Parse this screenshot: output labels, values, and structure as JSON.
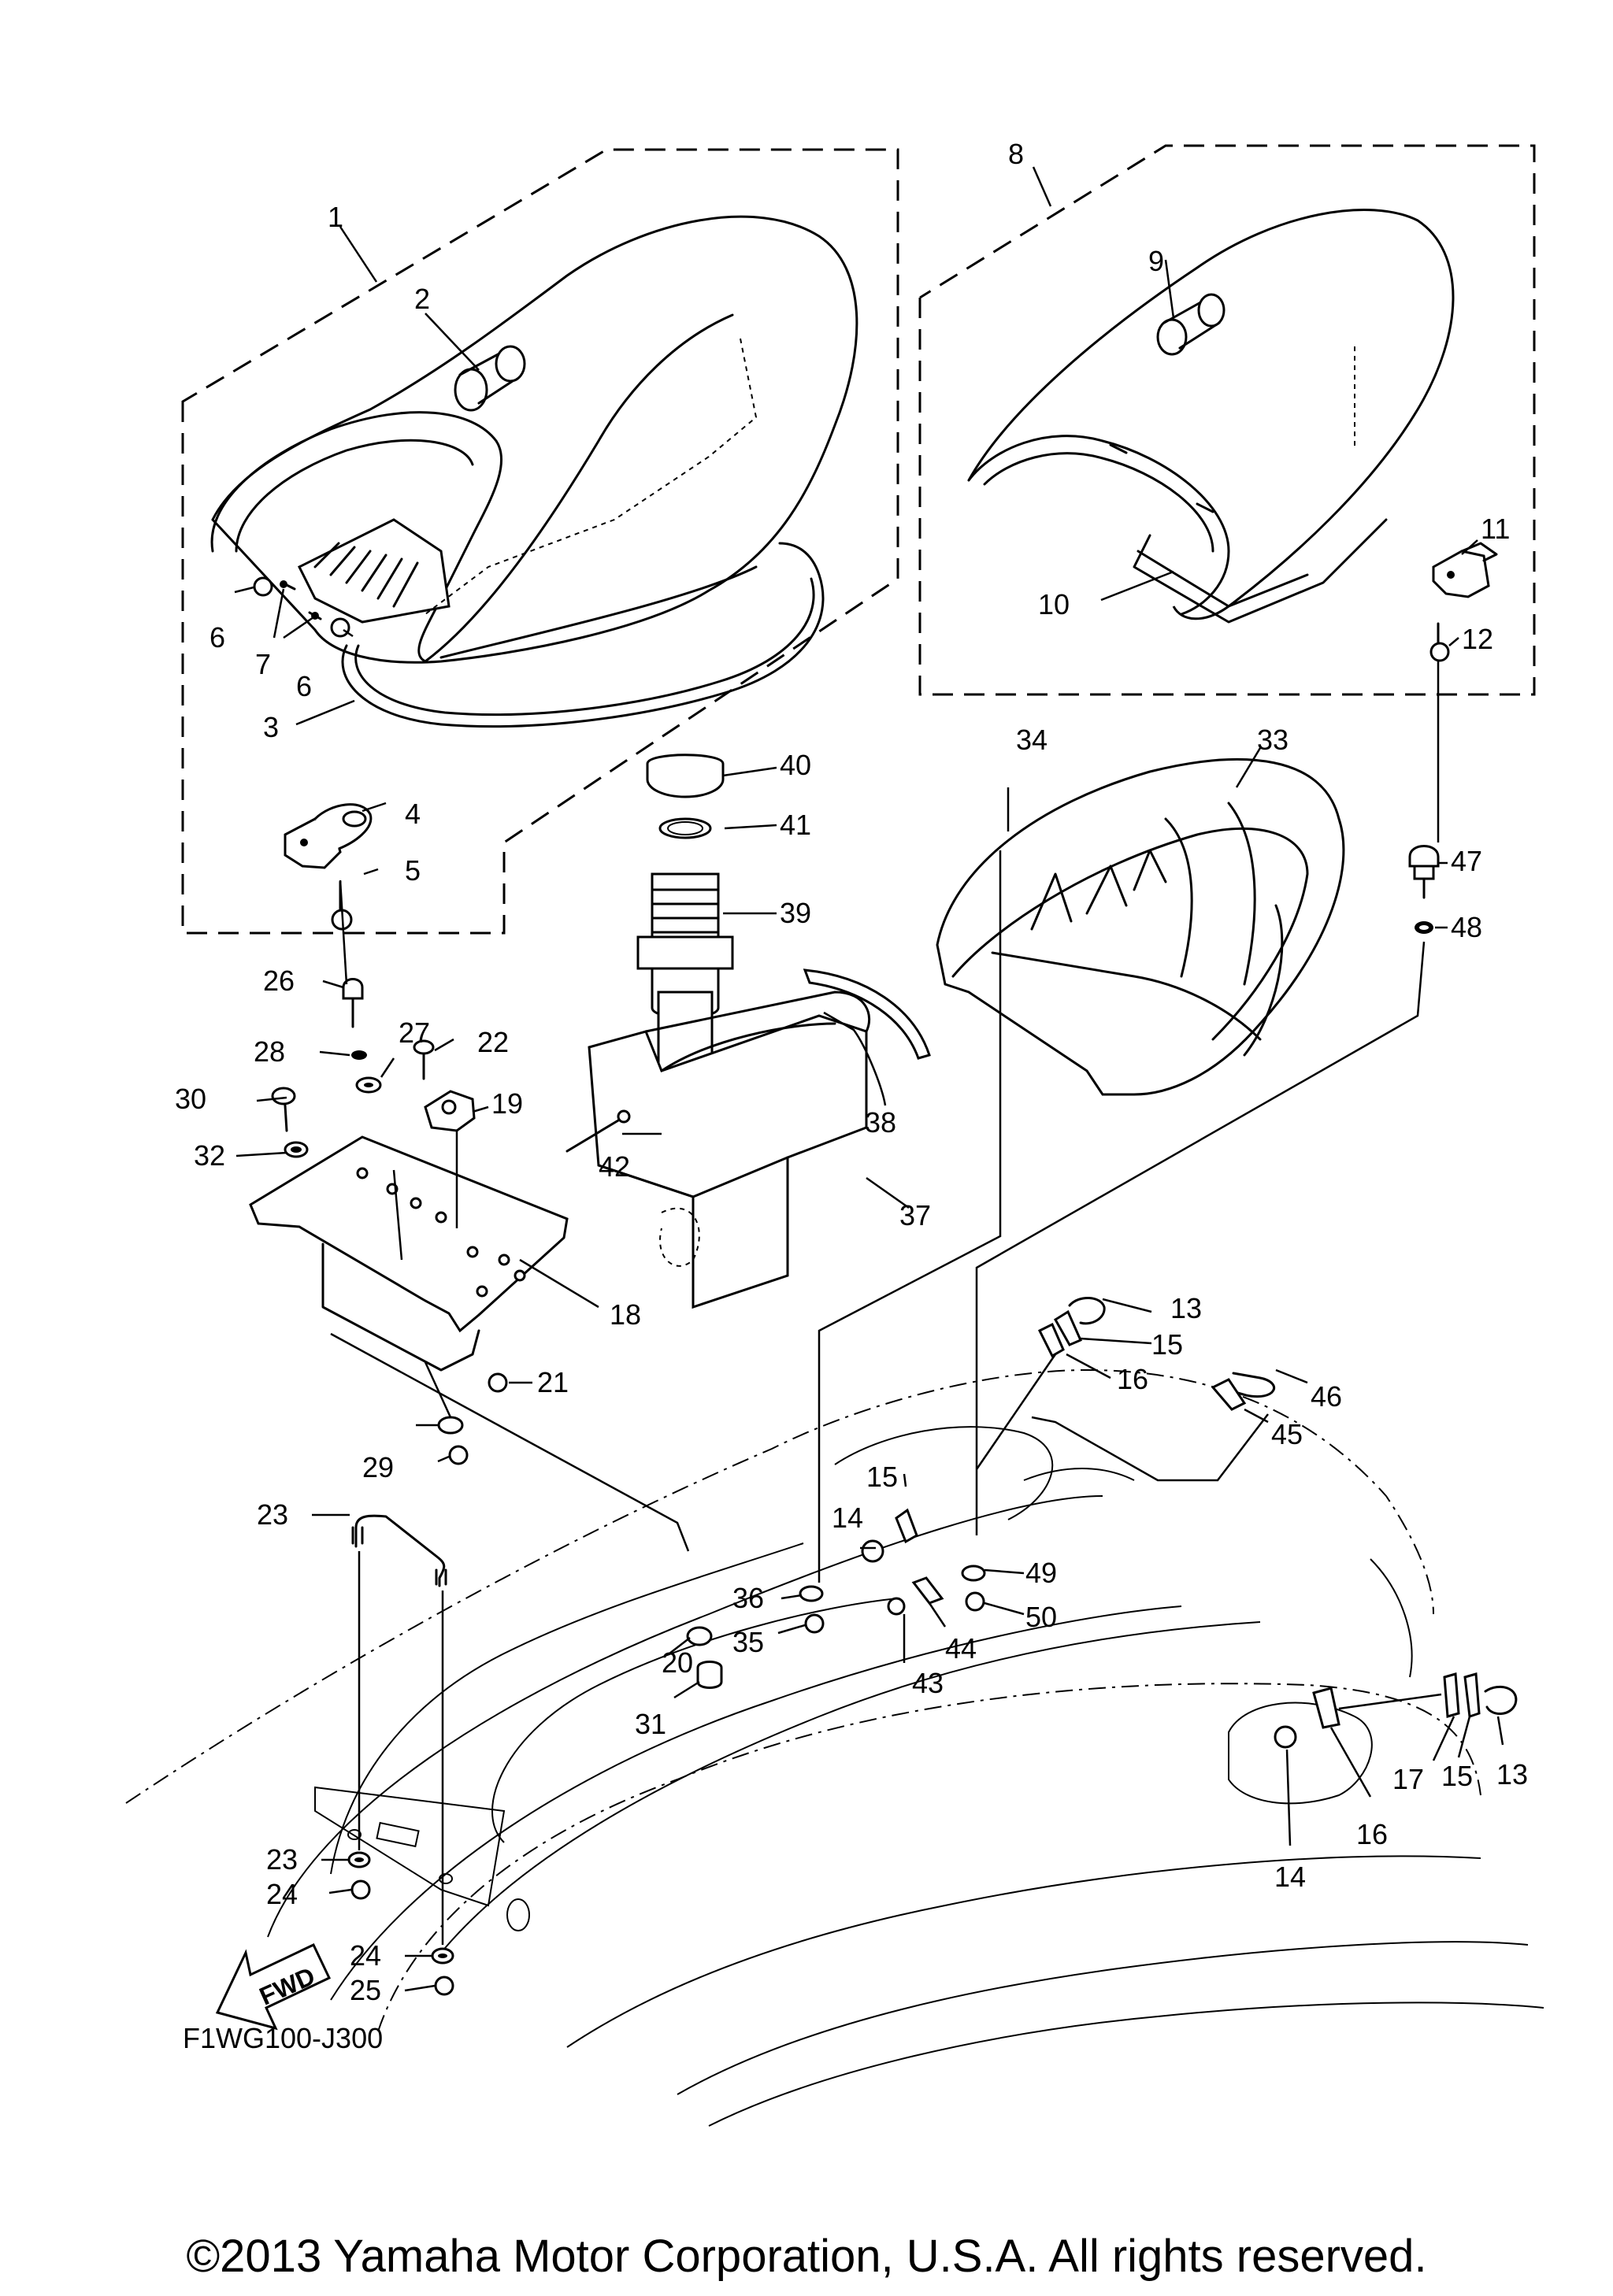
{
  "diagram": {
    "code": "F1WG100-J300",
    "copyright": "©2013 Yamaha Motor Corporation, U.S.A. All rights reserved.",
    "fwd_label": "FWD",
    "callouts": [
      "1",
      "2",
      "3",
      "4",
      "5",
      "6",
      "6",
      "7",
      "8",
      "9",
      "10",
      "11",
      "12",
      "13",
      "13",
      "14",
      "14",
      "15",
      "15",
      "15",
      "16",
      "16",
      "17",
      "18",
      "19",
      "20",
      "21",
      "22",
      "23",
      "23",
      "24",
      "24",
      "25",
      "26",
      "27",
      "28",
      "29",
      "30",
      "31",
      "32",
      "33",
      "34",
      "35",
      "36",
      "37",
      "38",
      "39",
      "40",
      "41",
      "42",
      "43",
      "44",
      "45",
      "46",
      "47",
      "48",
      "49",
      "50"
    ]
  }
}
